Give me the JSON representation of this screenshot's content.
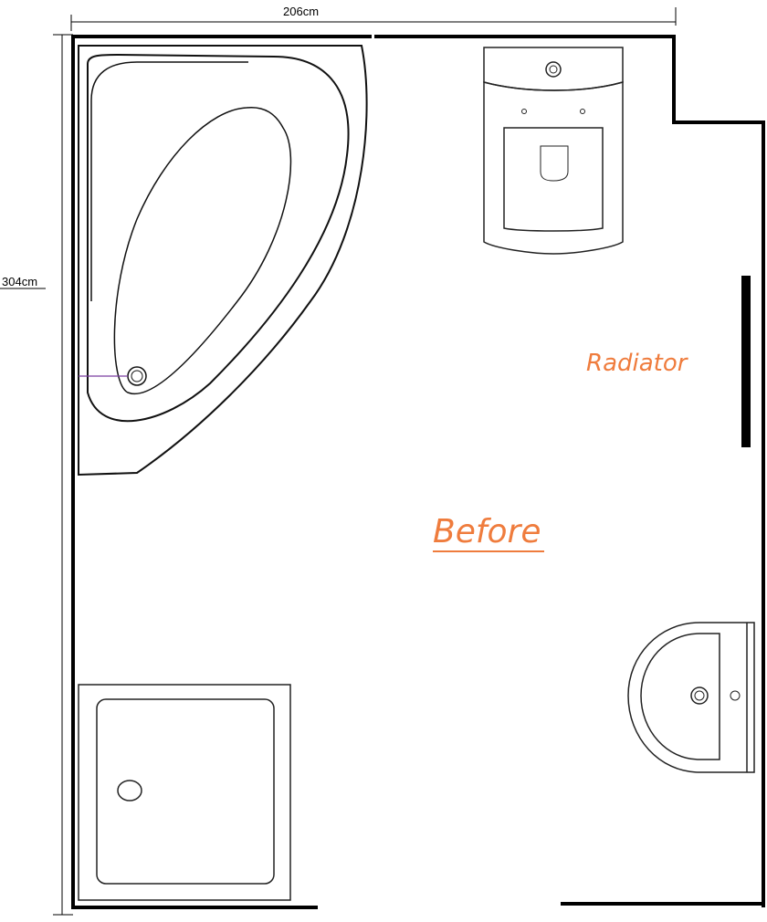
{
  "dimensions": {
    "width_label": "206cm",
    "height_label": "304cm"
  },
  "labels": {
    "radiator": "Radiator",
    "title": "Before"
  },
  "colors": {
    "wall": "#000000",
    "fixture_line": "#222222",
    "annotation": "#ef7c3d",
    "radiator": "#000000",
    "drain_pipe": "#7a3fa0"
  }
}
